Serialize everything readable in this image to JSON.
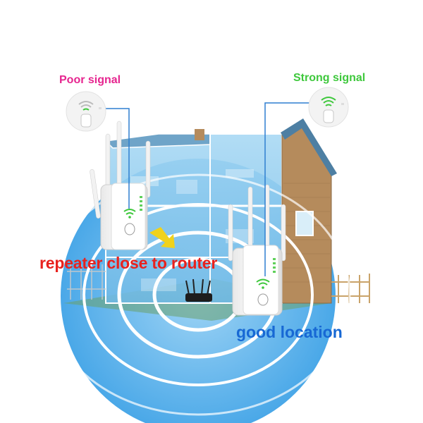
{
  "labels": {
    "poor_signal": "Poor signal",
    "strong_signal": "Strong signal",
    "repeater_close": "repeater close to router",
    "good_location": "good location"
  },
  "colors": {
    "poor_signal": "#e6258f",
    "strong_signal": "#3ec83c",
    "repeater_close": "#e8221e",
    "good_location": "#1768d4",
    "signal_rings": "#4aa8e8",
    "house_glass": "#7cc4ec",
    "brick": "#b58b5c",
    "roof": "#4d7fa3"
  },
  "icons": {
    "poor_badge": "weak-wifi-icon",
    "strong_badge": "strong-wifi-icon",
    "router": "router-icon",
    "repeater": "wifi-repeater-icon",
    "arrow": "arrow-icon"
  }
}
